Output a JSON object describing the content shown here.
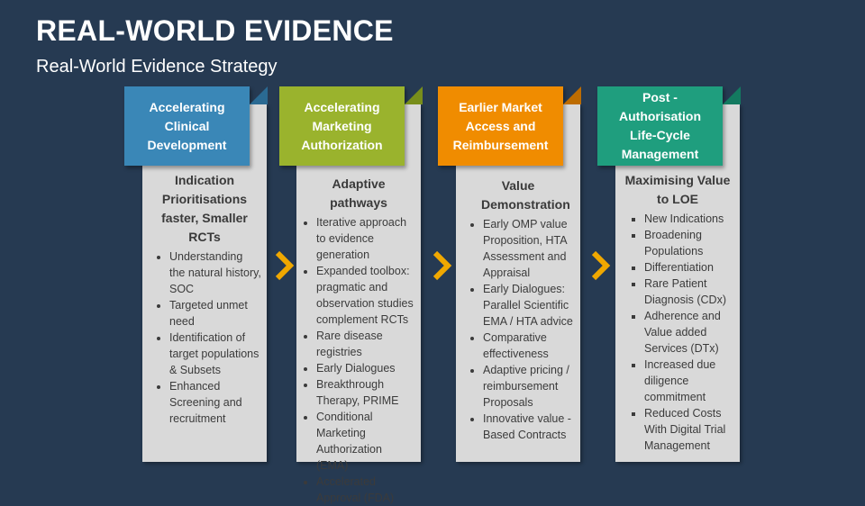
{
  "title": "REAL-WORLD EVIDENCE",
  "subtitle": "Real-World Evidence Strategy",
  "colors": {
    "background": "#263a52",
    "panel": "#d9d9d9",
    "chevron": "#f0a800",
    "col1": "#3a87b7",
    "col2": "#9ab32d",
    "col3": "#f08c00",
    "col4": "#1f9e7e"
  },
  "columns": [
    {
      "header": "Accelerating Clinical Development",
      "heading": "Indication Prioritisations faster, Smaller RCTs",
      "items": [
        "Understanding the natural history, SOC",
        "Targeted unmet need",
        "Identification of target populations & Subsets",
        "Enhanced Screening and recruitment"
      ]
    },
    {
      "header": "Accelerating Marketing Authorization",
      "heading": "Adaptive pathways",
      "items": [
        "Iterative approach to evidence generation",
        "Expanded toolbox: pragmatic and observation studies complement RCTs",
        "Rare disease registries",
        "Early Dialogues",
        "Breakthrough Therapy, PRIME",
        "Conditional Marketing Authorization (EMA)",
        "Accelerated Approval (FDA)"
      ]
    },
    {
      "header": "Earlier Market Access and Reimbursement",
      "heading": "Value Demonstration",
      "items": [
        "Early OMP value Proposition, HTA Assessment and Appraisal",
        "Early Dialogues: Parallel Scientific EMA / HTA advice",
        "Comparative effectiveness",
        "Adaptive pricing / reimbursement Proposals",
        "Innovative value - Based Contracts"
      ]
    },
    {
      "header": "Post - Authorisation Life-Cycle Management",
      "heading": "Maximising Value to LOE",
      "items": [
        "New Indications",
        "Broadening Populations",
        "Differentiation",
        "Rare Patient Diagnosis (CDx)",
        "Adherence and Value added Services (DTx)",
        "Increased due diligence commitment",
        "Reduced Costs With Digital Trial Management"
      ]
    }
  ]
}
